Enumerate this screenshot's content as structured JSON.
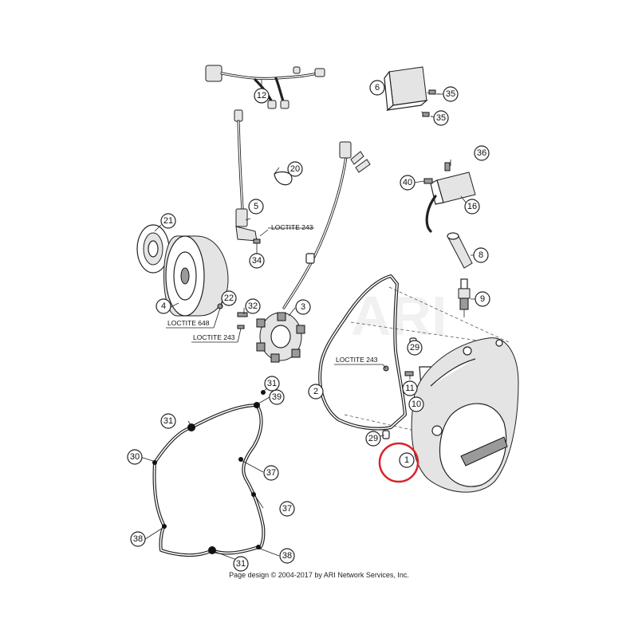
{
  "footer": {
    "copyright": "Page design © 2004-2017 by ARI Network Services, Inc."
  },
  "watermark": "ARI",
  "notes": {
    "loctite_243_a": "LOCTITE 243",
    "loctite_648": "LOCTITE 648",
    "loctite_243_b": "LOCTITE 243",
    "loctite_243_c": "LOCTITE 243"
  },
  "callouts": {
    "c12": "12",
    "c6": "6",
    "c35a": "35",
    "c35b": "35",
    "c20": "20",
    "c36": "36",
    "c40": "40",
    "c16": "16",
    "c5": "5",
    "c21": "21",
    "c34": "34",
    "c8": "8",
    "c3": "3",
    "c22": "22",
    "c32": "32",
    "c4": "4",
    "c9": "9",
    "c29a": "29",
    "c10": "10",
    "c11": "11",
    "c2": "2",
    "c31a": "31",
    "c39": "39",
    "c31b": "31",
    "c29b": "29",
    "c1": "1",
    "c30": "30",
    "c37a": "37",
    "c37b": "37",
    "c38a": "38",
    "c38b": "38",
    "c31c": "31"
  },
  "highlight": {
    "color": "#d9232a",
    "part": "1"
  }
}
